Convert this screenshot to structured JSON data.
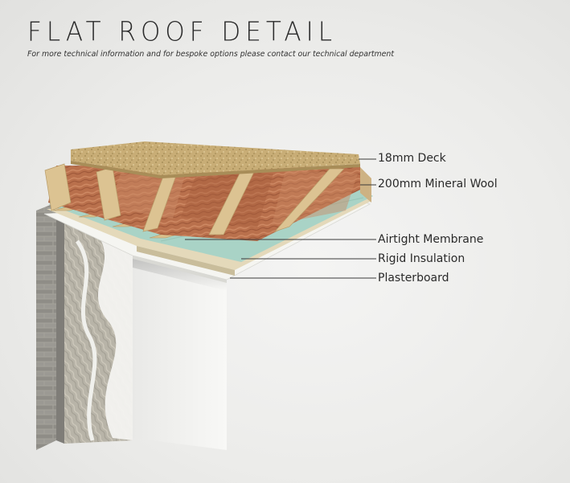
{
  "header": {
    "title": "FLAT ROOF DETAIL",
    "subtitle": "For more technical information and for bespoke  options please contact our technical department"
  },
  "layers": [
    {
      "label": "18mm Deck",
      "icon": "deck-board"
    },
    {
      "label": "200mm Mineral Wool",
      "icon": "mineral-wool"
    },
    {
      "label": "Airtight Membrane",
      "icon": "membrane"
    },
    {
      "label": "Rigid Insulation",
      "icon": "rigid-board"
    },
    {
      "label": "Plasterboard",
      "icon": "plasterboard"
    }
  ],
  "colors": {
    "deck": "#c9ad73",
    "timber": "#dcc392",
    "mineral_wool": "#b86a45",
    "membrane": "#a9d3c6",
    "rigid_insulation": "#dfd2b0",
    "plasterboard": "#f5f5f0",
    "brick": "#9a9892",
    "wall": "#f6f6f4"
  }
}
